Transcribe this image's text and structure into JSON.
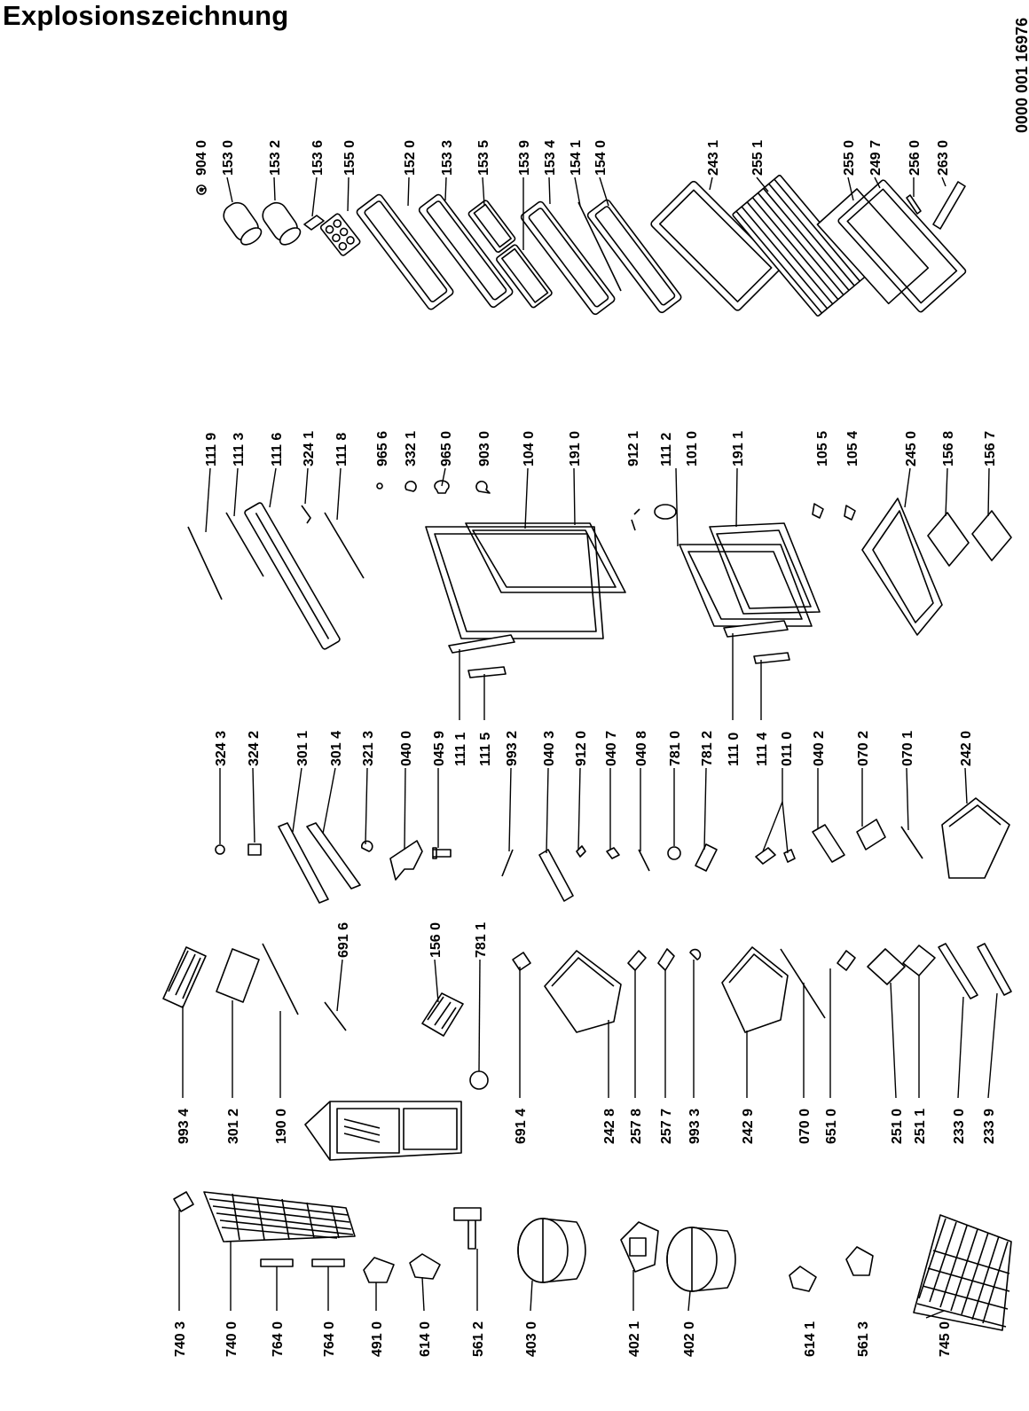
{
  "title": "Explosionszeichnung",
  "doc_number": "0000 001 16976",
  "labels": [
    {
      "id": "904-0",
      "text": "904 0"
    },
    {
      "id": "153-0",
      "text": "153 0"
    },
    {
      "id": "153-2",
      "text": "153 2"
    },
    {
      "id": "153-6",
      "text": "153 6"
    },
    {
      "id": "155-0",
      "text": "155 0"
    },
    {
      "id": "152-0",
      "text": "152 0"
    },
    {
      "id": "153-3",
      "text": "153 3"
    },
    {
      "id": "153-5",
      "text": "153 5"
    },
    {
      "id": "153-9",
      "text": "153 9"
    },
    {
      "id": "153-4",
      "text": "153 4"
    },
    {
      "id": "154-1",
      "text": "154 1"
    },
    {
      "id": "154-0",
      "text": "154 0"
    },
    {
      "id": "243-1",
      "text": "243 1"
    },
    {
      "id": "255-1",
      "text": "255 1"
    },
    {
      "id": "255-0",
      "text": "255 0"
    },
    {
      "id": "249-7",
      "text": "249 7"
    },
    {
      "id": "256-0",
      "text": "256 0"
    },
    {
      "id": "263-0",
      "text": "263 0"
    },
    {
      "id": "111-9",
      "text": "111 9"
    },
    {
      "id": "111-3",
      "text": "111 3"
    },
    {
      "id": "111-6",
      "text": "111 6"
    },
    {
      "id": "324-1",
      "text": "324 1"
    },
    {
      "id": "111-8",
      "text": "111 8"
    },
    {
      "id": "965-6",
      "text": "965 6"
    },
    {
      "id": "332-1",
      "text": "332 1"
    },
    {
      "id": "965-0",
      "text": "965 0"
    },
    {
      "id": "903-0",
      "text": "903 0"
    },
    {
      "id": "104-0",
      "text": "104 0"
    },
    {
      "id": "191-0",
      "text": "191 0"
    },
    {
      "id": "912-1",
      "text": "912 1"
    },
    {
      "id": "111-2",
      "text": "111 2"
    },
    {
      "id": "101-0",
      "text": "101 0"
    },
    {
      "id": "191-1",
      "text": "191 1"
    },
    {
      "id": "105-5",
      "text": "105 5"
    },
    {
      "id": "105-4",
      "text": "105 4"
    },
    {
      "id": "245-0",
      "text": "245 0"
    },
    {
      "id": "156-8",
      "text": "156 8"
    },
    {
      "id": "156-7",
      "text": "156 7"
    },
    {
      "id": "324-3",
      "text": "324 3"
    },
    {
      "id": "324-2",
      "text": "324 2"
    },
    {
      "id": "301-1",
      "text": "301 1"
    },
    {
      "id": "301-4",
      "text": "301 4"
    },
    {
      "id": "321-3",
      "text": "321 3"
    },
    {
      "id": "040-0",
      "text": "040 0"
    },
    {
      "id": "045-9",
      "text": "045 9"
    },
    {
      "id": "111-1",
      "text": "111 1"
    },
    {
      "id": "111-5",
      "text": "111 5"
    },
    {
      "id": "993-2",
      "text": "993 2"
    },
    {
      "id": "040-3",
      "text": "040 3"
    },
    {
      "id": "912-0",
      "text": "912 0"
    },
    {
      "id": "040-7",
      "text": "040 7"
    },
    {
      "id": "040-8",
      "text": "040 8"
    },
    {
      "id": "781-0",
      "text": "781 0"
    },
    {
      "id": "781-2",
      "text": "781 2"
    },
    {
      "id": "111-0",
      "text": "111 0"
    },
    {
      "id": "111-4",
      "text": "111 4"
    },
    {
      "id": "011-0",
      "text": "011 0"
    },
    {
      "id": "040-2",
      "text": "040 2"
    },
    {
      "id": "070-2",
      "text": "070 2"
    },
    {
      "id": "070-1",
      "text": "070 1"
    },
    {
      "id": "242-0",
      "text": "242 0"
    },
    {
      "id": "691-6",
      "text": "691 6"
    },
    {
      "id": "156-0",
      "text": "156 0"
    },
    {
      "id": "781-1",
      "text": "781 1"
    },
    {
      "id": "993-4",
      "text": "993 4"
    },
    {
      "id": "301-2",
      "text": "301 2"
    },
    {
      "id": "190-0",
      "text": "190 0"
    },
    {
      "id": "691-4",
      "text": "691 4"
    },
    {
      "id": "242-8",
      "text": "242 8"
    },
    {
      "id": "257-8",
      "text": "257 8"
    },
    {
      "id": "257-7",
      "text": "257 7"
    },
    {
      "id": "993-3",
      "text": "993 3"
    },
    {
      "id": "242-9",
      "text": "242 9"
    },
    {
      "id": "070-0",
      "text": "070 0"
    },
    {
      "id": "651-0",
      "text": "651 0"
    },
    {
      "id": "251-0",
      "text": "251 0"
    },
    {
      "id": "251-1",
      "text": "251 1"
    },
    {
      "id": "233-0",
      "text": "233 0"
    },
    {
      "id": "233-9",
      "text": "233 9"
    },
    {
      "id": "740-3",
      "text": "740 3"
    },
    {
      "id": "740-0",
      "text": "740 0"
    },
    {
      "id": "764-0a",
      "text": "764 0"
    },
    {
      "id": "764-0b",
      "text": "764 0"
    },
    {
      "id": "491-0",
      "text": "491 0"
    },
    {
      "id": "614-0",
      "text": "614 0"
    },
    {
      "id": "561-2",
      "text": "561 2"
    },
    {
      "id": "403-0",
      "text": "403 0"
    },
    {
      "id": "402-1",
      "text": "402 1"
    },
    {
      "id": "402-0",
      "text": "402 0"
    },
    {
      "id": "614-1",
      "text": "614 1"
    },
    {
      "id": "561-3",
      "text": "561 3"
    },
    {
      "id": "745-0",
      "text": "745 0"
    }
  ]
}
